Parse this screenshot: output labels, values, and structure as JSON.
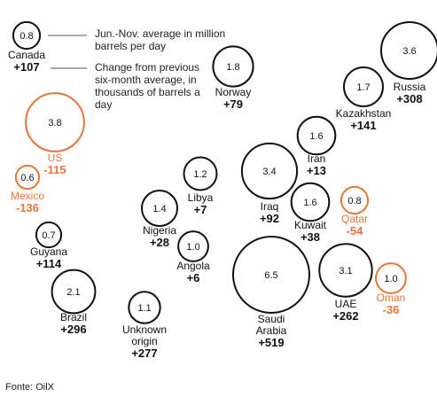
{
  "legend": {
    "circle_text": "Jun.-Nov. average in million barrels per day",
    "change_text": "Change from previous six-month average, in thousands of barrels a day"
  },
  "source": "Fonte: OilX",
  "colors": {
    "positive": "#111111",
    "negative": "#e8743b",
    "circle_stroke": "#111111"
  },
  "chart_data": {
    "type": "bubble",
    "title": "",
    "value_label": "Jun.-Nov. average in million barrels per day",
    "change_label": "Change from previous six-month average, in thousands of barrels a day",
    "points": [
      {
        "name": "Canada",
        "value": 0.8,
        "value_label": "0.8",
        "change": 107,
        "change_label": "+107"
      },
      {
        "name": "US",
        "value": 3.8,
        "value_label": "3.8",
        "change": -115,
        "change_label": "-115"
      },
      {
        "name": "Mexico",
        "value": 0.6,
        "value_label": "0.6",
        "change": -136,
        "change_label": "-136"
      },
      {
        "name": "Guyana",
        "value": 0.7,
        "value_label": "0.7",
        "change": 114,
        "change_label": "+114"
      },
      {
        "name": "Brazil",
        "value": 2.1,
        "value_label": "2.1",
        "change": 296,
        "change_label": "+296"
      },
      {
        "name": "Unknown origin",
        "value": 1.1,
        "value_label": "1.1",
        "change": 277,
        "change_label": "+277"
      },
      {
        "name": "Nigeria",
        "value": 1.4,
        "value_label": "1.4",
        "change": 28,
        "change_label": "+28"
      },
      {
        "name": "Libya",
        "value": 1.2,
        "value_label": "1.2",
        "change": 7,
        "change_label": "+7"
      },
      {
        "name": "Angola",
        "value": 1.0,
        "value_label": "1.0",
        "change": 6,
        "change_label": "+6"
      },
      {
        "name": "Norway",
        "value": 1.8,
        "value_label": "1.8",
        "change": 79,
        "change_label": "+79"
      },
      {
        "name": "Iraq",
        "value": 3.4,
        "value_label": "3.4",
        "change": 92,
        "change_label": "+92"
      },
      {
        "name": "Saudi Arabia",
        "value": 6.5,
        "value_label": "6.5",
        "change": 519,
        "change_label": "+519"
      },
      {
        "name": "Kuwait",
        "value": 1.6,
        "value_label": "1.6",
        "change": 38,
        "change_label": "+38"
      },
      {
        "name": "Iran",
        "value": 1.6,
        "value_label": "1.6",
        "change": 13,
        "change_label": "+13"
      },
      {
        "name": "Qatar",
        "value": 0.8,
        "value_label": "0.8",
        "change": -54,
        "change_label": "-54"
      },
      {
        "name": "UAE",
        "value": 3.1,
        "value_label": "3.1",
        "change": 262,
        "change_label": "+262"
      },
      {
        "name": "Oman",
        "value": 1.0,
        "value_label": "1.0",
        "change": -36,
        "change_label": "-36"
      },
      {
        "name": "Kazakhstan",
        "value": 1.7,
        "value_label": "1.7",
        "change": 141,
        "change_label": "+141"
      },
      {
        "name": "Russia",
        "value": 3.6,
        "value_label": "3.6",
        "change": 308,
        "change_label": "+308"
      }
    ]
  }
}
